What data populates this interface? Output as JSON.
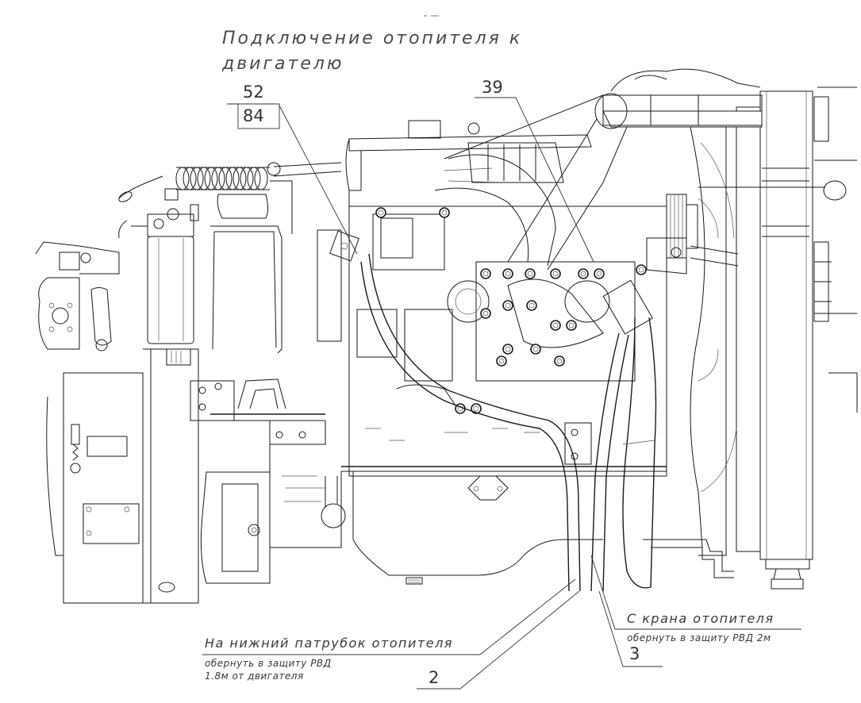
{
  "drawing": {
    "title_line1": "Подключение отопителя к",
    "title_line2": "двигателю",
    "callouts": [
      {
        "id": "52",
        "label": "52"
      },
      {
        "id": "84",
        "label": "84"
      },
      {
        "id": "39",
        "label": "39"
      },
      {
        "id": "2",
        "label": "2"
      },
      {
        "id": "3",
        "label": "3"
      }
    ],
    "notes": {
      "lower_hose": {
        "heading": "На нижний патрубок отопителя",
        "line1": "обернуть в защиту РВД",
        "line2": "1.8м от двигателя",
        "callout": "2"
      },
      "heater_valve": {
        "heading": "С крана отопителя",
        "line1": "обернуть в защиту РВД 2м",
        "callout": "3"
      }
    },
    "colors": {
      "line": "#1a1a1a",
      "text": "#3a3a3a",
      "background": "#ffffff"
    }
  }
}
